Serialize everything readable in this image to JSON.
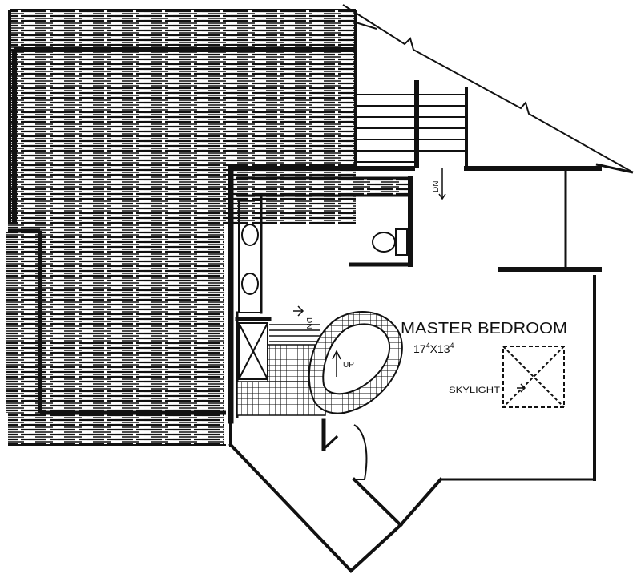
{
  "room": {
    "name": "MASTER BEDROOM",
    "dim_main": "17",
    "dim_main_sup": "4",
    "dim_x": "X",
    "dim_second": "13",
    "dim_second_sup": "4"
  },
  "annotations": {
    "skylight": "SKYLIGHT",
    "up": "UP",
    "dn_stair": "DN",
    "dn_tub": "DN"
  },
  "colors": {
    "ink": "#111111",
    "paper": "#ffffff"
  }
}
